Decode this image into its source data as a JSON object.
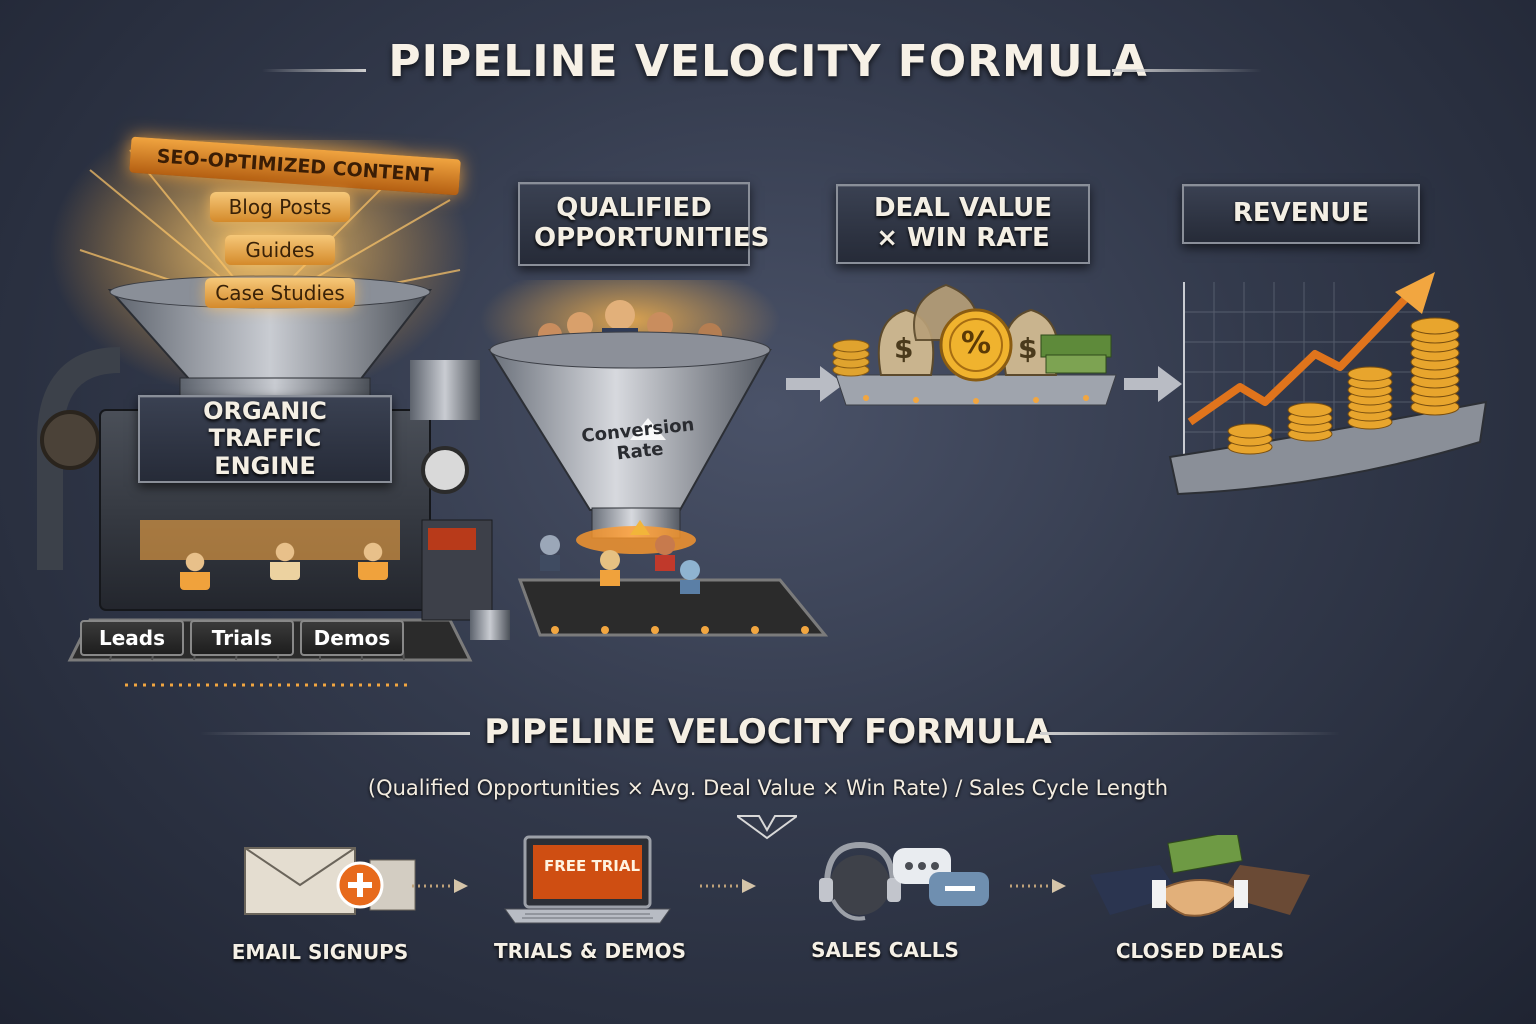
{
  "title": "PIPELINE VELOCITY FORMULA",
  "engine": {
    "banner": "SEO-OPTIMIZED CONTENT",
    "content_items": [
      "Blog Posts",
      "Guides",
      "Case Studies"
    ],
    "label": "ORGANIC TRAFFIC ENGINE",
    "belt_labels": [
      "Leads",
      "Trials",
      "Demos"
    ]
  },
  "stages": [
    {
      "label": "QUALIFIED OPPORTUNITIES",
      "detail": "Conversion Rate"
    },
    {
      "label": "DEAL VALUE × WIN RATE"
    },
    {
      "label": "REVENUE"
    }
  ],
  "formula": {
    "title": "PIPELINE VELOCITY FORMULA",
    "text": "(Qualified Opportunities × Avg. Deal Value × Win Rate) / Sales Cycle Length"
  },
  "steps": [
    {
      "label": "EMAIL SIGNUPS",
      "icon": "envelope-plus-icon"
    },
    {
      "label": "TRIALS & DEMOS",
      "icon": "laptop-icon",
      "screen_text": "FREE TRIAL"
    },
    {
      "label": "SALES CALLS",
      "icon": "headset-chat-icon"
    },
    {
      "label": "CLOSED DEALS",
      "icon": "handshake-icon"
    }
  ],
  "colors": {
    "accent_orange": "#e8922e",
    "gold": "#f2b53a",
    "background": "#363d50"
  }
}
